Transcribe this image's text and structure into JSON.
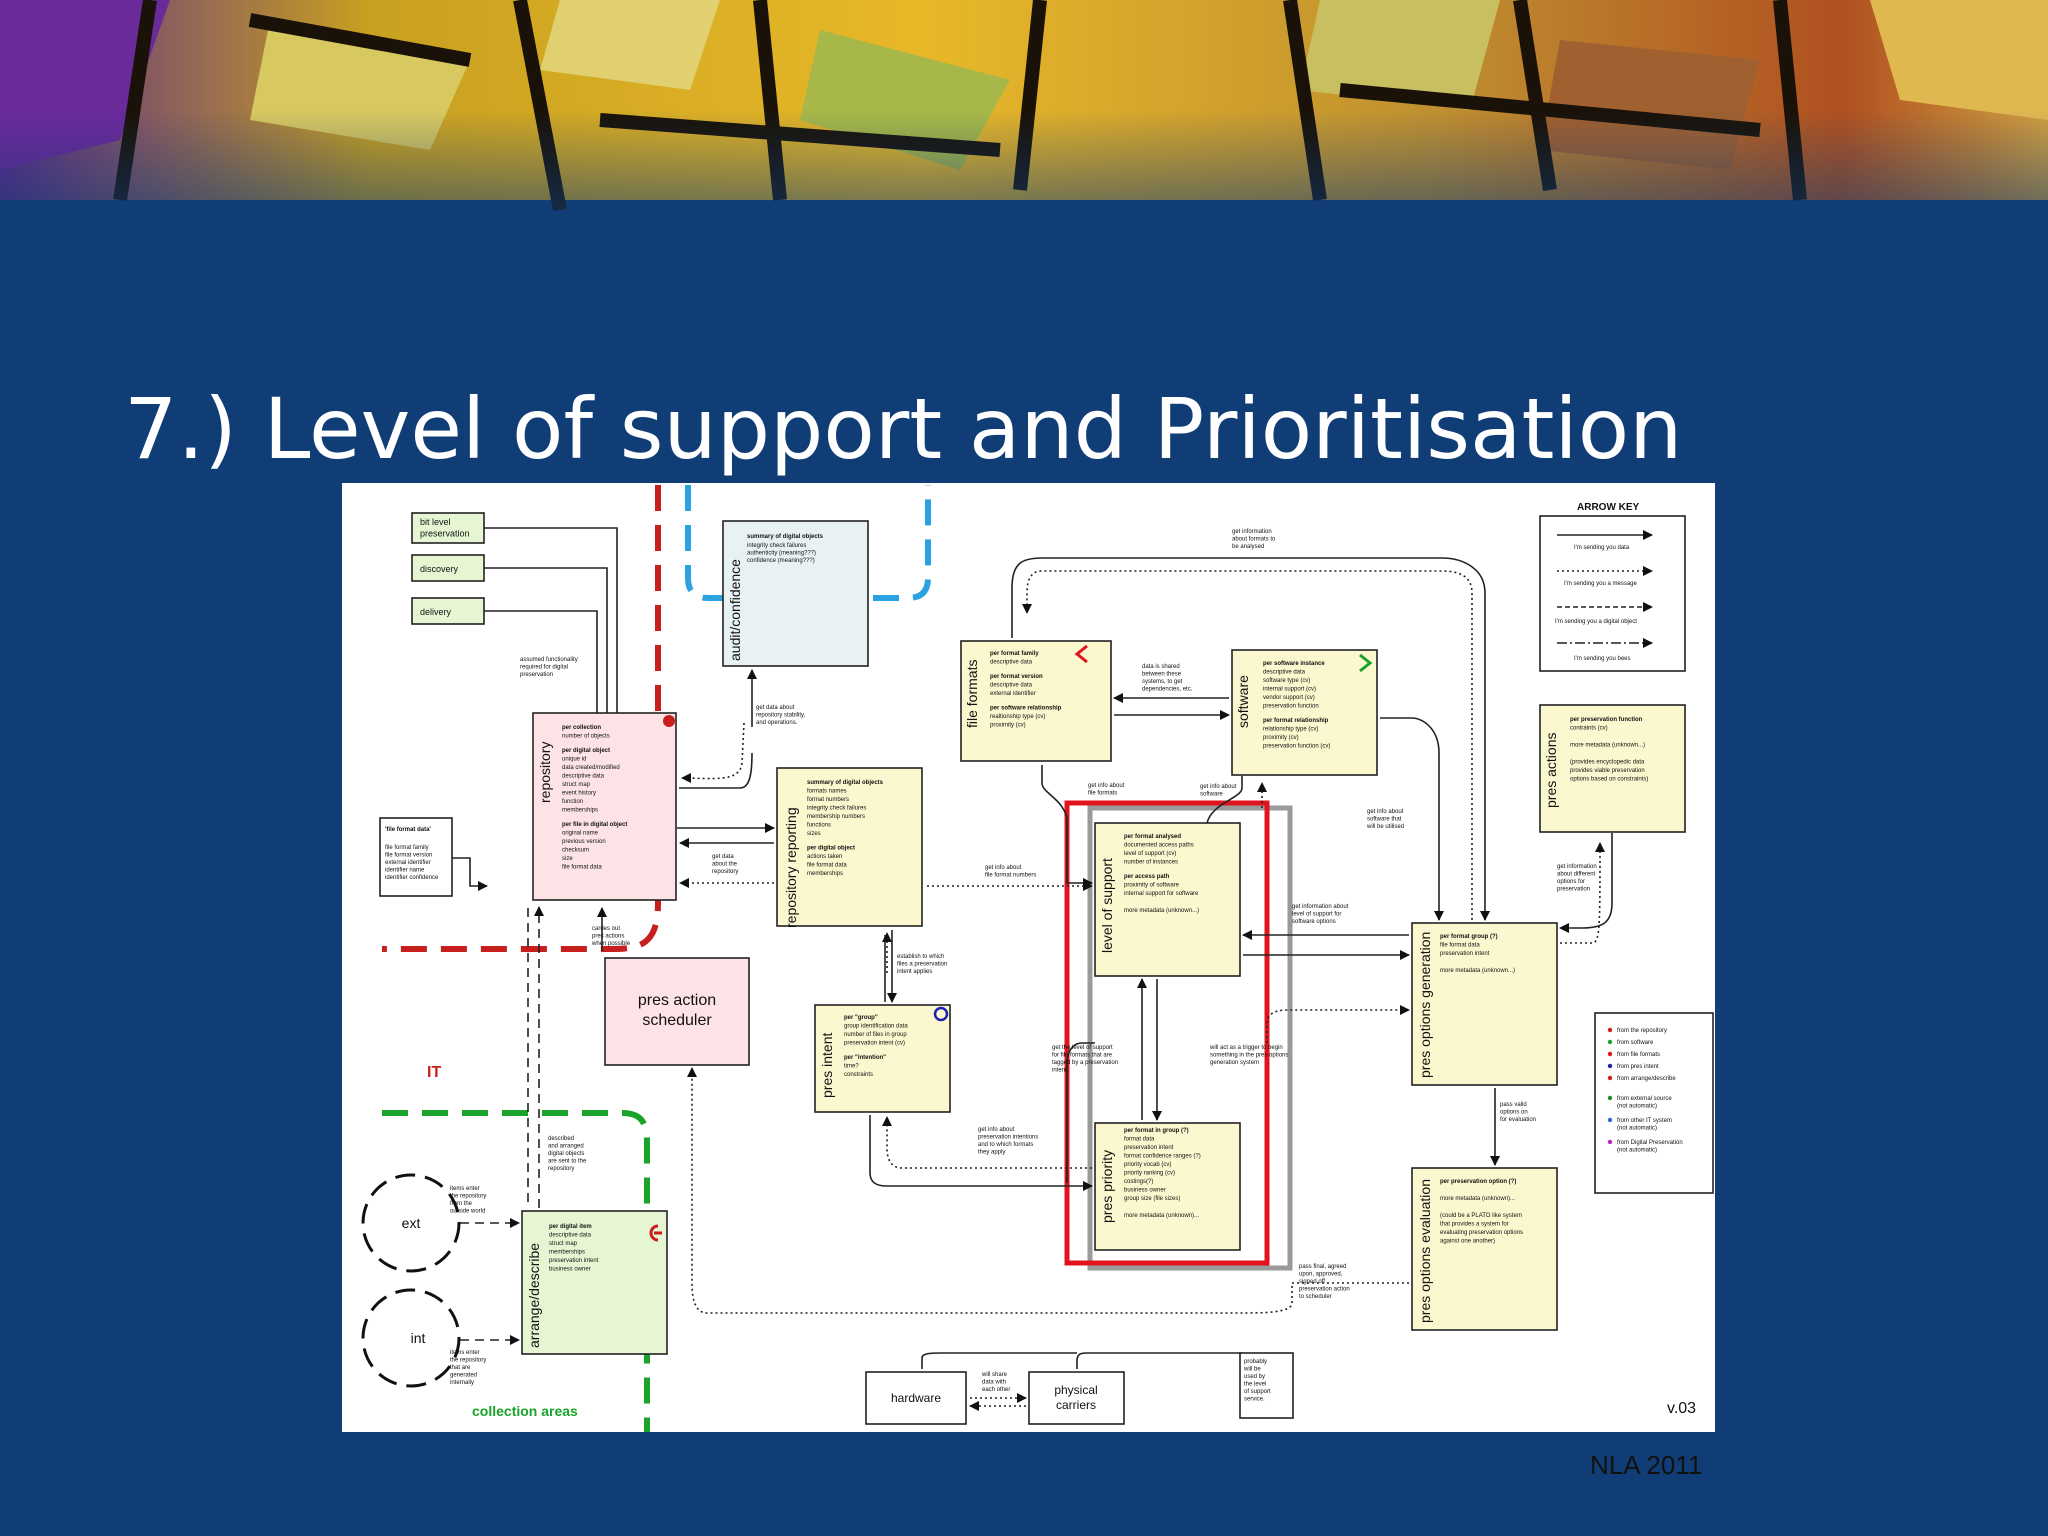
{
  "slide": {
    "title": "7.) Level of support and Prioritisation",
    "footer": "NLA 2011",
    "colors": {
      "background": "#103d75",
      "title": "#ffffff",
      "highlight": "#e0141e",
      "it_boundary": "#c81e1e",
      "collection_boundary": "#19a32a",
      "audit_boundary": "#2aa3e0"
    }
  },
  "diagram": {
    "version": "v.03",
    "services": [
      "bit level\npreservation",
      "discovery",
      "delivery"
    ],
    "assumed_note": "assumed functionality\nrequired for digital\npreservation",
    "file_format_data": {
      "title": "'file format data'",
      "lines": [
        "file format family",
        "file format version",
        "external identifier",
        "identifier name",
        "identifier confidence"
      ]
    },
    "audit": {
      "label": "audit/confidence",
      "heading": "summary of digital objects",
      "lines": [
        "integrity check failures",
        "authenticity (meaning???)",
        "confidence (meaning???)"
      ],
      "note": "get data about\nrepository stability,\nand operations."
    },
    "repository": {
      "label": "repository",
      "sections": [
        {
          "h": "per collection",
          "l": [
            "number of objects"
          ]
        },
        {
          "h": "per digital object",
          "l": [
            "unique id",
            "data created/modified",
            "descriptive data",
            "struct map",
            "event history",
            "function",
            "memberships"
          ]
        },
        {
          "h": "per file in digital object",
          "l": [
            "original name",
            "previous version",
            "checksum",
            "size",
            "file format data"
          ]
        }
      ]
    },
    "repository_reporting": {
      "label": "repository reporting",
      "sections": [
        {
          "h": "summary of digital objects",
          "l": [
            "formats names",
            "format numbers",
            "integrity check failures",
            "membership numbers",
            "functions",
            "sizes"
          ]
        },
        {
          "h": "per digital object",
          "l": [
            "actions taken",
            "file format data",
            "memberships"
          ]
        }
      ]
    },
    "file_formats": {
      "label": "file formats",
      "sections": [
        {
          "h": "per format family",
          "l": [
            "descriptive data"
          ]
        },
        {
          "h": "per format version",
          "l": [
            "descriptive data",
            "external identifier"
          ]
        },
        {
          "h": "per software relationship",
          "l": [
            "realtionship type (cv)",
            "proximity (cv)"
          ]
        }
      ]
    },
    "software": {
      "label": "software",
      "sections": [
        {
          "h": "per software instance",
          "l": [
            "descriptive data",
            "software type (cv)",
            "internal support (cv)",
            "vendor support (cv)",
            "preservation function"
          ]
        },
        {
          "h": "per format relationship",
          "l": [
            "relationship type (cv)",
            "proximity (cv)",
            "preservation function (cv)"
          ]
        }
      ]
    },
    "pres_actions": {
      "label": "pres actions",
      "sections": [
        {
          "h": "per preservation function",
          "l": [
            "contraints (cv)",
            "",
            "more metadata (unknown...)",
            "",
            "(provides encyclopedic data",
            "provides viable preservation",
            "options based on constraints)"
          ]
        }
      ]
    },
    "level_of_support": {
      "label": "level of support",
      "sections": [
        {
          "h": "per format analysed",
          "l": [
            "documented access paths",
            "level of support (cv)",
            "number of instances"
          ]
        },
        {
          "h": "per access path",
          "l": [
            "proximity of software",
            "internal support for software",
            "",
            "more metadata (unknown...)"
          ]
        }
      ]
    },
    "pres_priority": {
      "label": "pres priority",
      "sections": [
        {
          "h": "per format in group (?)",
          "l": [
            "format data",
            "preservation intent",
            "format confidence ranges (?)",
            "priority vocab (cv)",
            "priority ranking (cv)",
            "costings(?)",
            "business owner",
            "group size (file sizes)",
            "",
            "more metadata (unknown)..."
          ]
        }
      ]
    },
    "pres_options_generation": {
      "label": "pres options generation",
      "sections": [
        {
          "h": "per format group (?)",
          "l": [
            "file format data",
            "preservation intent",
            "",
            "more metadata (unknown...)"
          ]
        }
      ]
    },
    "pres_options_evaluation": {
      "label": "pres options evaluation",
      "sections": [
        {
          "h": "per preservation option (?)",
          "l": [
            "",
            "more metadata (unknown)...",
            "",
            "(could be a PLATO like system",
            "that provides a system for",
            "evaluating preservation options",
            "against one another)"
          ]
        }
      ]
    },
    "pres_intent": {
      "label": "pres intent",
      "sections": [
        {
          "h": "per \"group\"",
          "l": [
            "group identification data",
            "number of files in group",
            "preservation intent (cv)"
          ]
        },
        {
          "h": "per \"intention\"",
          "l": [
            "time?",
            "constraints"
          ]
        }
      ]
    },
    "arrange_describe": {
      "label": "arrange/describe",
      "sections": [
        {
          "h": "per digital item",
          "l": [
            "descriptive data",
            "struct map",
            "memberships",
            "preservation intent",
            "business owner"
          ]
        }
      ]
    },
    "scheduler": "pres action\nscheduler",
    "it_label": "IT",
    "collection_label": "collection areas",
    "ext": "ext",
    "int": "int",
    "hardware": "hardware",
    "physical_carriers": "physical\ncarriers",
    "arrow_key": {
      "title": "ARROW KEY",
      "items": [
        "I'm sending you data",
        "I'm sending you a message",
        "I'm sending you a digital object",
        "I'm sending you bees"
      ]
    },
    "symbol_key": [
      "from the repository",
      "from software",
      "from file formats",
      "from pres intent",
      "from arrange/describe",
      "",
      "from external source\n(not automatic)",
      "from other IT system\n(not automatic)",
      "from Digital Preservation\n(not automatic)"
    ],
    "notes": {
      "get_info_formats": "get information\nabout formats to\nbe analysed",
      "data_shared": "data is shared\nbetween these\nsystems, to get\ndependencies, etc.",
      "get_data_repo": "get data\nabout the\nrepository",
      "carries_out": "carries out\npres actions\nwhen possible",
      "get_info_file_formats": "get info about\nfile formats",
      "get_info_file_numbers": "get info about\nfile format numbers",
      "get_info_software": "get info about\nsoftware",
      "get_info_software_utilised": "get info about\nsoftware that\nwill be utilised",
      "get_info_level_support": "get information about\nlevel of support for\nsoftware options",
      "get_info_different": "get information\nabout different\noptions for\npreservation",
      "establish_which": "establish to which\nfiles a preservation\nintent applies",
      "get_level_support": "get the level of support\nfor file formats that are\ntagged by a preservation\nintent",
      "will_act_trigger": "will act as a trigger to begin\nsomething in the pres options\ngeneration system",
      "get_info_pres_intentions": "get info about\npreservation intentions\nand to which formats\nthey apply",
      "pass_valid": "pass valid\noptions on\nfor evaluation",
      "pass_final": "pass final, agreed\nupon, approved,\nsigned off\npreservation action\nto scheduler",
      "described_arranged": "described\nand arranged\ndigital objects\nare sent to the\nrepository",
      "items_enter_ext": "items enter\nthe repository\nfrom the\noutside world",
      "items_enter_int": "items enter\nthe repository\nthat are\ngenerated\ninternally",
      "will_share": "will share\ndata with\neach other",
      "probably": "probably\nwill be\nused by\nthe level\nof support\nservice."
    }
  }
}
